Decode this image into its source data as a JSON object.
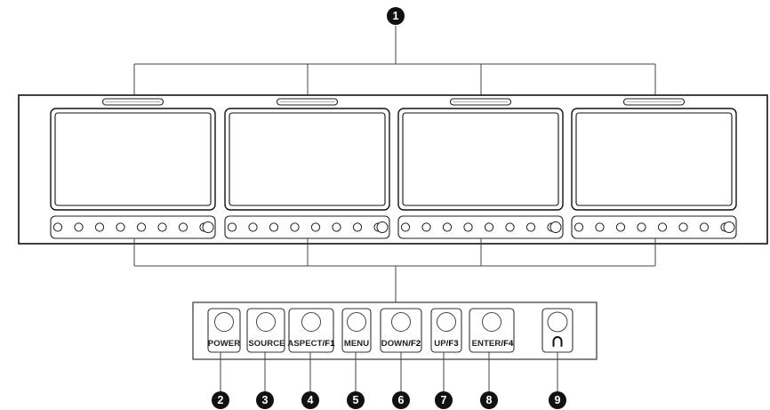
{
  "callouts": {
    "c1": "1",
    "c2": "2",
    "c3": "3",
    "c4": "4",
    "c5": "5",
    "c6": "6",
    "c7": "7",
    "c8": "8",
    "c9": "9"
  },
  "monitor": {
    "panel_count": 4,
    "round_buttons_per_panel": 8
  },
  "control_panel": {
    "power": {
      "label": "POWER"
    },
    "source": {
      "label": "SOURCE"
    },
    "aspect": {
      "label": "ASPECT",
      "fn": "F1"
    },
    "menu": {
      "label": "MENU"
    },
    "down": {
      "label": "DOWN",
      "fn": "F2"
    },
    "up": {
      "label": "UP",
      "fn": "F3"
    },
    "enter": {
      "label": "ENTER",
      "fn": "F4"
    },
    "headphone": {
      "icon": "headphone-icon"
    }
  },
  "colors": {
    "line": "#333333",
    "fill": "#ffffff",
    "callout": "#111111"
  }
}
